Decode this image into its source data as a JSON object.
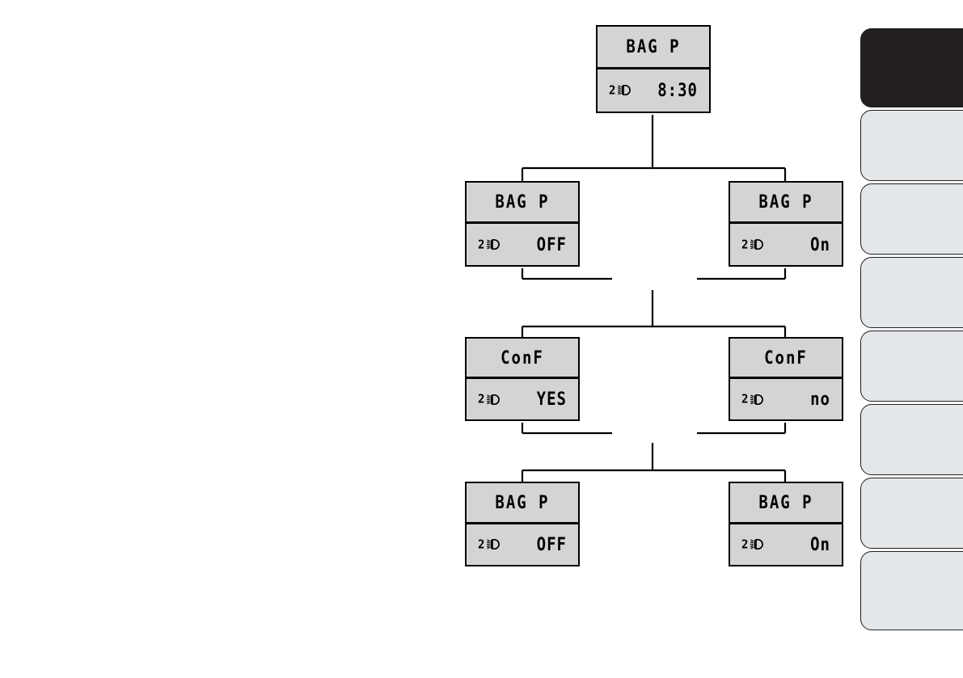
{
  "diagram": {
    "type": "flowchart",
    "description": "Appliance LCD menu navigation flow for BAG P setting",
    "indicator": {
      "number": "2",
      "icon": "headlight-lamp-icon"
    },
    "nodes": [
      {
        "id": "n0",
        "title": "BAG P",
        "value": "8:30",
        "row": 0,
        "side": "center"
      },
      {
        "id": "n1",
        "title": "BAG P",
        "value": "OFF",
        "row": 1,
        "side": "left"
      },
      {
        "id": "n2",
        "title": "BAG P",
        "value": "On",
        "row": 1,
        "side": "right"
      },
      {
        "id": "n3",
        "title": "ConF",
        "value": "YES",
        "row": 2,
        "side": "left"
      },
      {
        "id": "n4",
        "title": "ConF",
        "value": "no",
        "row": 2,
        "side": "right"
      },
      {
        "id": "n5",
        "title": "BAG P",
        "value": "OFF",
        "row": 3,
        "side": "left"
      },
      {
        "id": "n6",
        "title": "BAG P",
        "value": "On",
        "row": 3,
        "side": "right"
      }
    ]
  },
  "tabrail": {
    "tabs": [
      {
        "label": "",
        "active": true
      },
      {
        "label": "",
        "active": false
      },
      {
        "label": "",
        "active": false
      },
      {
        "label": "",
        "active": false
      },
      {
        "label": "",
        "active": false
      },
      {
        "label": "",
        "active": false
      },
      {
        "label": "",
        "active": false
      }
    ]
  },
  "colors": {
    "lcd_background": "#d4d4d4",
    "lcd_border": "#000000",
    "tab_active": "#231f20",
    "tab_inactive": "#e4e7e9",
    "page_background": "#ffffff",
    "wire": "#000000"
  }
}
